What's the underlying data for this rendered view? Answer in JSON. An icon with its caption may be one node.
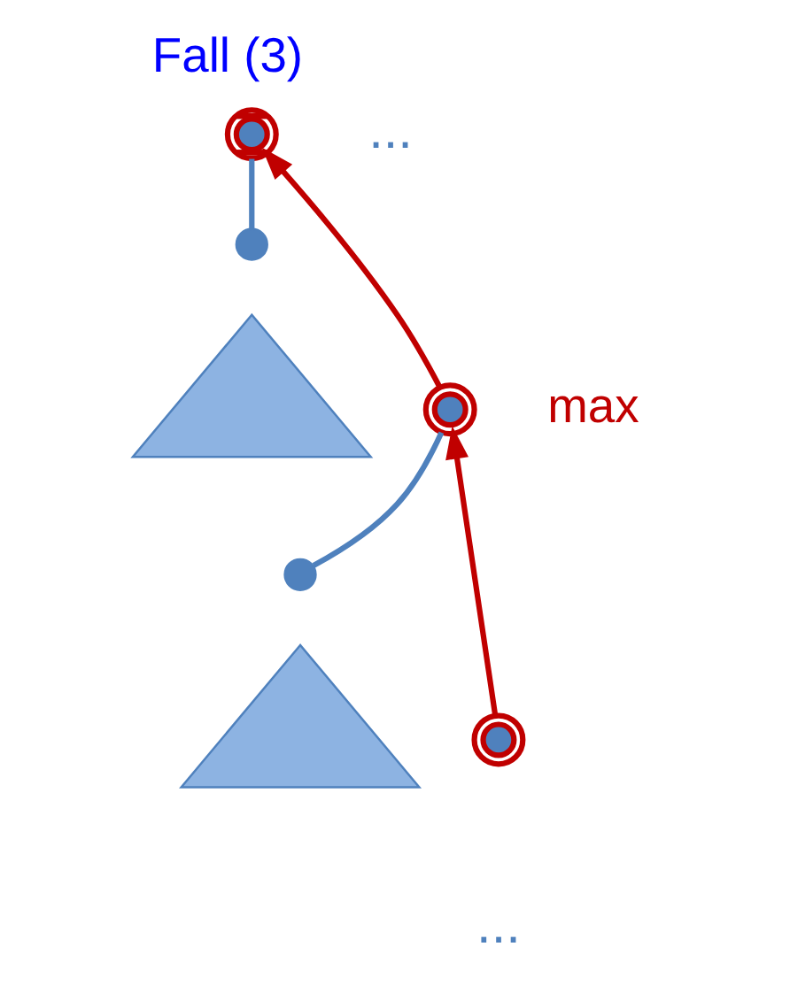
{
  "diagram": {
    "title": "Fall (3)",
    "nodes": [
      {
        "text": [],
        "shape": "circle"
      },
      {
        "text": [],
        "shape": "circle"
      },
      {
        "text": [],
        "shape": "triangle"
      },
      {
        "text": [],
        "shape": "circle"
      },
      {
        "text": [],
        "shape": "circle"
      },
      {
        "text": [],
        "shape": "triangle"
      },
      {
        "text": [],
        "shape": "circle"
      }
    ],
    "edges": [
      {
        "from": 0,
        "to": 1,
        "arrow": "none",
        "color": "#4f81bd"
      },
      {
        "from": 3,
        "to": 4,
        "arrow": "none",
        "color": "#4f81bd"
      },
      {
        "from": 6,
        "to": 3,
        "arrow": "to",
        "color": "#c00000"
      },
      {
        "from": 3,
        "to": 0,
        "arrow": "to",
        "color": "#c00000"
      }
    ],
    "labels": [
      "...",
      "max",
      "..."
    ]
  }
}
